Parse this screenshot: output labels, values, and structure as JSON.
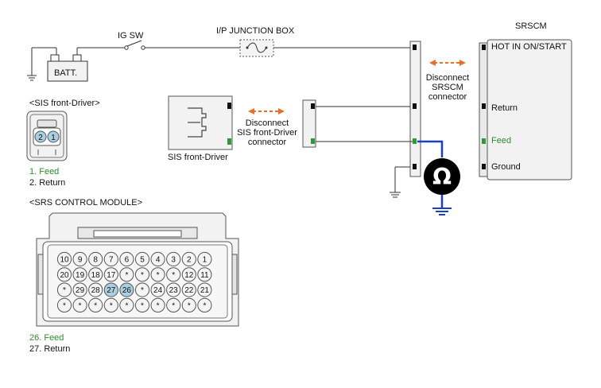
{
  "labels": {
    "ig_sw": "IG SW",
    "ip_junction_box": "I/P JUNCTION BOX",
    "batt": "BATT.",
    "srscm": "SRSCM",
    "srscm_hot": "HOT IN ON/START",
    "srscm_return": "Return",
    "srscm_feed": "Feed",
    "srscm_ground": "Ground",
    "disconnect_srscm": [
      "Disconnect",
      "SRSCM",
      "connector"
    ],
    "disconnect_sis": [
      "Disconnect",
      "SIS front-Driver",
      "connector"
    ],
    "sis_component": "SIS front-Driver",
    "sis_section": "<SIS front-Driver>",
    "sis_pin_1": "1. Feed",
    "sis_pin_2": "2. Return",
    "srs_section": "<SRS CONTROL MODULE>",
    "srs_pin_26": "26. Feed",
    "srs_pin_27": "27. Return",
    "ohmmeter": "Ω"
  },
  "sis_connector_pins": [
    "2",
    "1"
  ],
  "srs_connector_rows": [
    [
      "10",
      "9",
      "8",
      "7",
      "6",
      "5",
      "4",
      "3",
      "2",
      "1"
    ],
    [
      "20",
      "19",
      "18",
      "17",
      "*",
      "*",
      "*",
      "*",
      "12",
      "11"
    ],
    [
      "*",
      "29",
      "28",
      "27",
      "26",
      "*",
      "24",
      "23",
      "22",
      "21"
    ],
    [
      "*",
      "*",
      "*",
      "*",
      "*",
      "*",
      "*",
      "*",
      "*",
      "*"
    ]
  ],
  "srs_highlighted_pins": [
    "27",
    "26"
  ],
  "colors": {
    "feed_text": "#2f8a2f",
    "feed_pin": "#2f9a3a",
    "measure_wire": "#1c3ccc",
    "arrow": "#e8702a",
    "pin_highlight": "#a9cfe0",
    "connector_fill": "#f2f2f2"
  }
}
